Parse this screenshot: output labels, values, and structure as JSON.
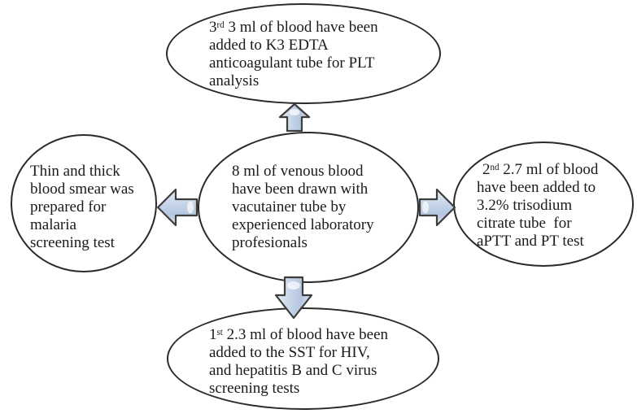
{
  "figure": {
    "nodes": {
      "center": {
        "text": "8 ml of venous blood\nhave been drawn with\nvacutainer tube by\nexperienced laboratory\nprofesionals"
      },
      "top": {
        "ordinal": "3",
        "ordinal_suffix": "rd",
        "text": " 3 ml of blood have been\nadded to K3 EDTA\nanticoagulant tube for PLT\nanalysis"
      },
      "left": {
        "text": "Thin and thick\nblood smear was\nprepared for\nmalaria\nscreening test"
      },
      "right": {
        "ordinal": "2",
        "ordinal_suffix": "nd",
        "text": " 2.7 ml of blood\nhave been added to\n3.2% trisodium\ncitrate tube  for\naPTT and PT test"
      },
      "bottom": {
        "ordinal": "1",
        "ordinal_suffix": "st",
        "text": " 2.3 ml of blood have been\nadded to the SST for HIV,\nand hepatitis B and C virus\nscreening tests"
      }
    },
    "colors": {
      "background": "#ffffff",
      "shape_stroke": "#2a2a2a",
      "text": "#1a1a1a",
      "arrow_fill": "#c3d2e7",
      "arrow_fill_light": "#e9eef6",
      "arrow_fill_dark": "#b4c6df",
      "arrow_stroke": "#3d3d3d"
    }
  }
}
